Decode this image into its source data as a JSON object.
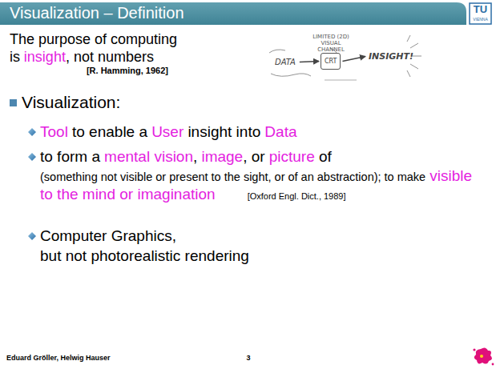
{
  "diagram": {
    "title": "Visualization – Definition",
    "nodes": [
      {
        "text": [
          "DATA"
        ]
      },
      {
        "text": [
          "CRT"
        ]
      },
      {
        "text": [
          "INSIGHT!"
        ]
      }
    ],
    "edges": [
      {
        "from": 0,
        "to": 1,
        "arrow": "to"
      },
      {
        "from": 1,
        "to": 2,
        "arrow": "to"
      }
    ],
    "labels": [
      "TU",
      "VIENNA",
      "The purpose of computing",
      "is",
      "insight",
      ", not numbers",
      "[R. Hamming, 1962]",
      "LIMITED (2D) VISUAL CHANNEL",
      "Visualization:",
      "Tool",
      "to enable a",
      "User",
      "insight into",
      "Data",
      "to form a",
      "mental vision",
      ",",
      "image",
      ", or",
      "picture",
      "of",
      "(something not visible or present to the sight, or of an abstraction); to make",
      "visible to the mind or imagination",
      "[Oxford Engl. Dict., 1989]",
      "Computer Graphics,",
      "but not photorealistic rendering",
      "Eduard Gröller, Helwig Hauser",
      "3"
    ]
  }
}
